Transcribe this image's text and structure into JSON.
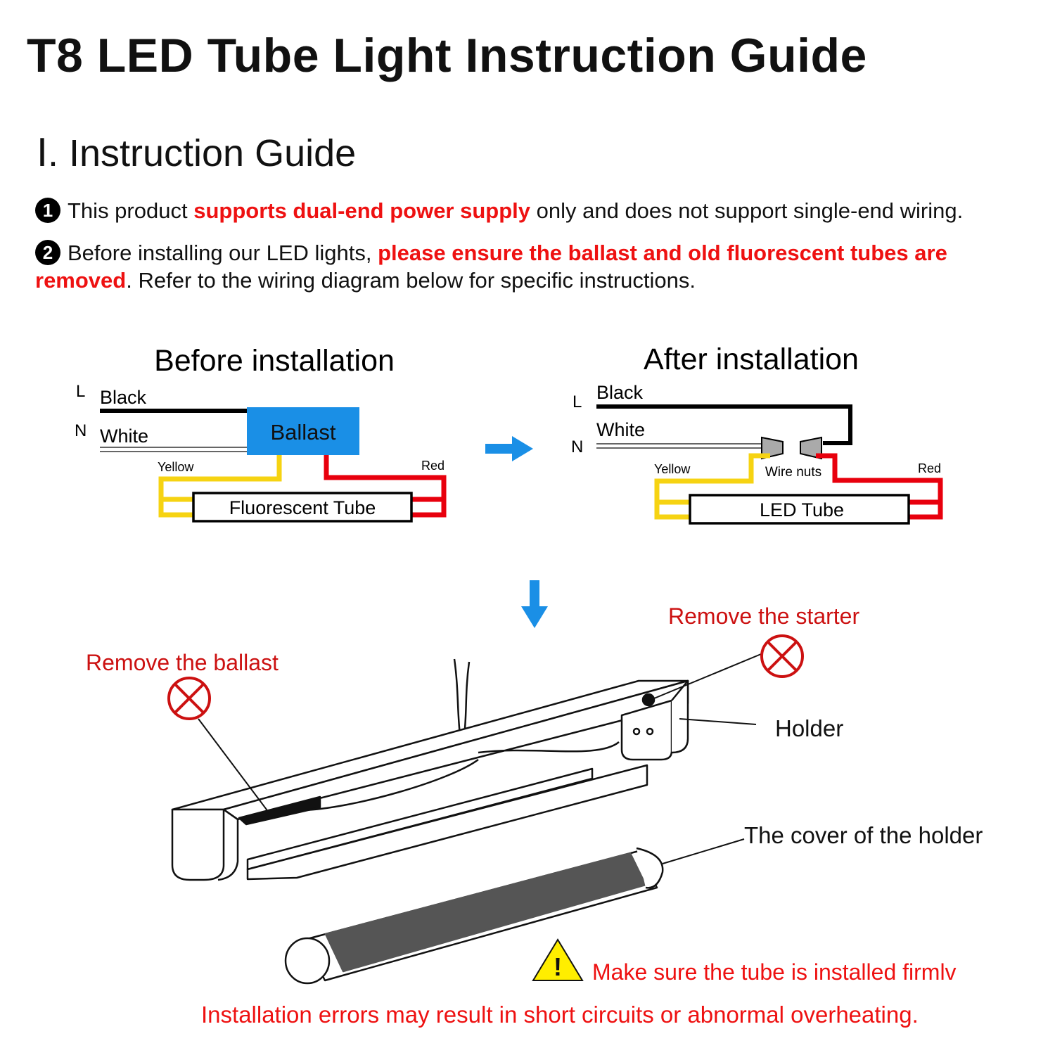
{
  "title": "T8 LED Tube Light Instruction Guide",
  "section": {
    "numeral": "Ⅰ",
    "title": ". Instruction Guide"
  },
  "steps": [
    {
      "number": "1",
      "before": "This product ",
      "highlight": "supports dual-end power supply",
      "after": " only and does not support single-end wiring."
    },
    {
      "number": "2",
      "before": "Before installing our LED lights, ",
      "highlight": "please ensure the ballast and old fluorescent tubes are removed",
      "after": ". Refer to the wiring diagram below for specific instructions."
    }
  ],
  "before_diagram": {
    "title": "Before installation",
    "line_label": "L",
    "neutral_label": "N",
    "black_label": "Black",
    "white_label": "White",
    "ballast_label": "Ballast",
    "yellow_label": "Yellow",
    "red_label": "Red",
    "tube_label": "Fluorescent Tube"
  },
  "after_diagram": {
    "title": "After installation",
    "line_label": "L",
    "neutral_label": "N",
    "black_label": "Black",
    "white_label": "White",
    "wire_nuts_label": "Wire nuts",
    "yellow_label": "Yellow",
    "red_label": "Red",
    "tube_label": "LED Tube"
  },
  "fixture": {
    "remove_ballast": "Remove the ballast",
    "remove_starter": "Remove the starter",
    "holder": "Holder",
    "holder_cover": "The cover of the holder",
    "warning": "Make sure the tube is installed firmlv",
    "caution": "Installation errors may result in short circuits or abnormal overheating."
  },
  "colors": {
    "red": "#ee1111",
    "blue": "#1a8fe6",
    "ballast_blue": "#1a8fe6",
    "yellow": "#f6d312",
    "wire_red": "#e8000d",
    "warning_yellow": "#ffee00"
  }
}
